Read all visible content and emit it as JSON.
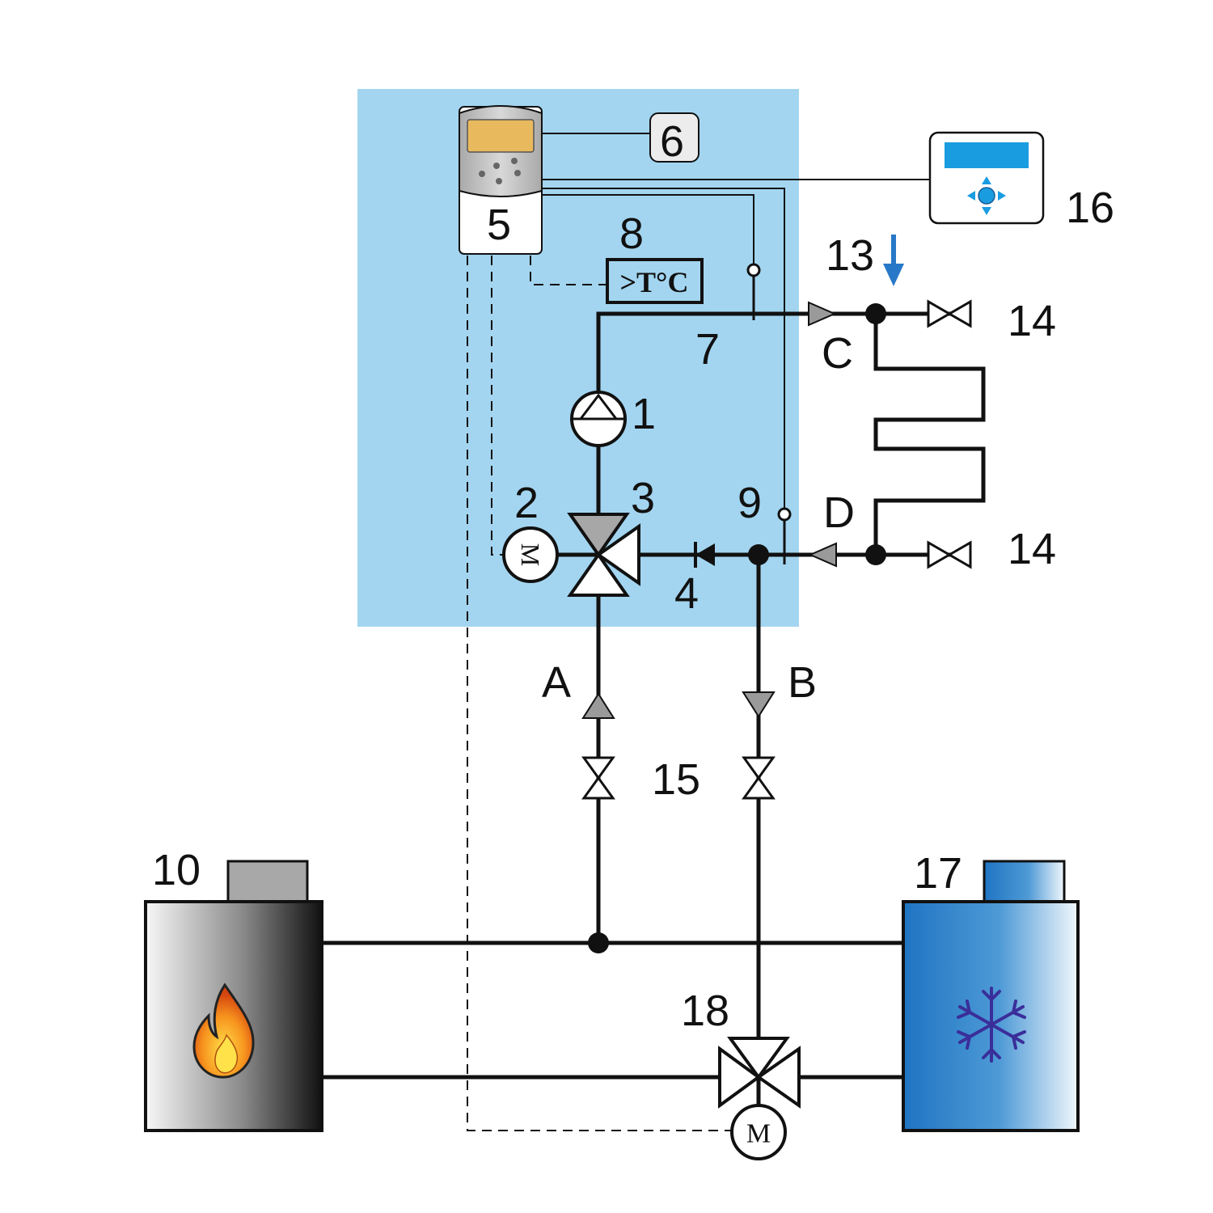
{
  "labels": {
    "n1": "1",
    "n2": "2",
    "n3": "3",
    "n4": "4",
    "n5": "5",
    "n6": "6",
    "n7": "7",
    "n8": "8",
    "n9": "9",
    "n10": "10",
    "n13": "13",
    "n14a": "14",
    "n14b": "14",
    "n15": "15",
    "n16": "16",
    "n17": "17",
    "n18": "18",
    "A": "A",
    "B": "B",
    "C": "C",
    "D": "D"
  },
  "thermostat_text": ">T°C",
  "motor_text": "M",
  "icons": {
    "controller": "controller-icon",
    "remote_panel": "remote-panel-icon",
    "flame": "flame-icon",
    "snowflake": "snowflake-icon",
    "pump": "pump-icon",
    "mixing_valve": "three-way-valve-icon",
    "check_valve": "check-valve-icon",
    "shutoff_valve": "shutoff-valve-icon",
    "heating_coil": "heating-coil-icon",
    "flow_arrow": "flow-arrow-icon"
  },
  "colors": {
    "zone_background": "#a3d5f0",
    "controller_display": "#e9b95e",
    "panel_screen": "#1a9ce0",
    "flow_arrow": "#2878c8",
    "snowflake": "#3a2e9a"
  }
}
